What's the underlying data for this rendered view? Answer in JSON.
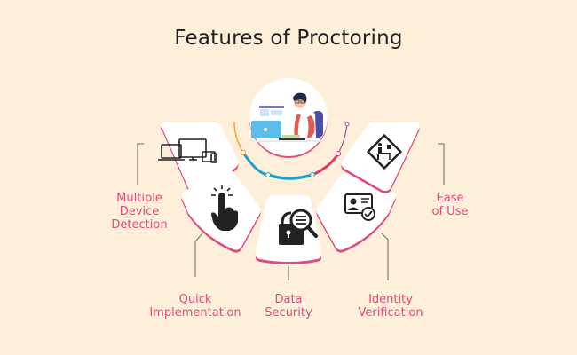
{
  "title": "Features of Proctoring",
  "colors": {
    "background": "#FDEFD9",
    "label": "#E04B7D",
    "card_border": "#E04B7D",
    "connector": "#6e6a64",
    "arc_orange": "#F2A531",
    "arc_teal": "#1BA3C6",
    "arc_pink": "#E5386E",
    "arc_purple": "#9A5A9C"
  },
  "center": {
    "illustration": "person-at-laptop-illustration"
  },
  "features": [
    {
      "label_line1": "Multiple",
      "label_line2": "Device",
      "label_line3": "Detection",
      "icon": "devices-icon"
    },
    {
      "label_line1": "Quick",
      "label_line2": "Implementation",
      "icon": "pointer-hand-icon"
    },
    {
      "label_line1": "Data",
      "label_line2": "Security",
      "icon": "lock-search-icon"
    },
    {
      "label_line1": "Identity",
      "label_line2": "Verification",
      "icon": "id-card-check-icon"
    },
    {
      "label_line1": "Ease",
      "label_line2": "of Use",
      "icon": "workstation-sign-icon"
    }
  ]
}
